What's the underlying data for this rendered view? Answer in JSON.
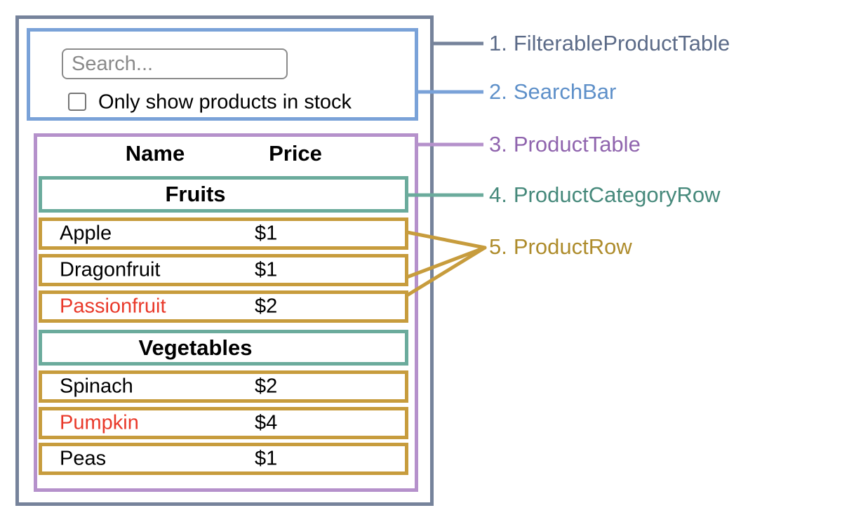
{
  "search": {
    "placeholder": "Search...",
    "checkbox_label": "Only show products in stock",
    "checkbox_checked": false
  },
  "table": {
    "headers": [
      "Name",
      "Price"
    ],
    "sections": [
      {
        "category": "Fruits",
        "rows": [
          {
            "name": "Apple",
            "price": "$1",
            "name_color": "#000000"
          },
          {
            "name": "Dragonfruit",
            "price": "$1",
            "name_color": "#000000"
          },
          {
            "name": "Passionfruit",
            "price": "$2",
            "name_color": "#E93A2B"
          }
        ]
      },
      {
        "category": "Vegetables",
        "rows": [
          {
            "name": "Spinach",
            "price": "$2",
            "name_color": "#000000"
          },
          {
            "name": "Pumpkin",
            "price": "$4",
            "name_color": "#E93A2B"
          },
          {
            "name": "Peas",
            "price": "$1",
            "name_color": "#000000"
          }
        ]
      }
    ]
  },
  "legend": {
    "items": [
      {
        "number": "1.",
        "label": "FilterableProductTable",
        "color": "#5C6B88"
      },
      {
        "number": "2.",
        "label": "SearchBar",
        "color": "#5E90C9"
      },
      {
        "number": "3.",
        "label": "ProductTable",
        "color": "#9065AE"
      },
      {
        "number": "4.",
        "label": "ProductCategoryRow",
        "color": "#46897B"
      },
      {
        "number": "5.",
        "label": "ProductRow",
        "color": "#AE8C2C"
      }
    ]
  },
  "colors": {
    "filterable_product_table_border": "#76839B",
    "search_bar_border": "#7AA2D8",
    "product_table_border": "#B591CB",
    "product_category_row_border": "#6BAB9C",
    "product_row_border": "#C79C3D",
    "out_of_stock_text": "#E93A2B",
    "input_border": "#8B8B8B",
    "placeholder_text": "#8A8A8A"
  }
}
